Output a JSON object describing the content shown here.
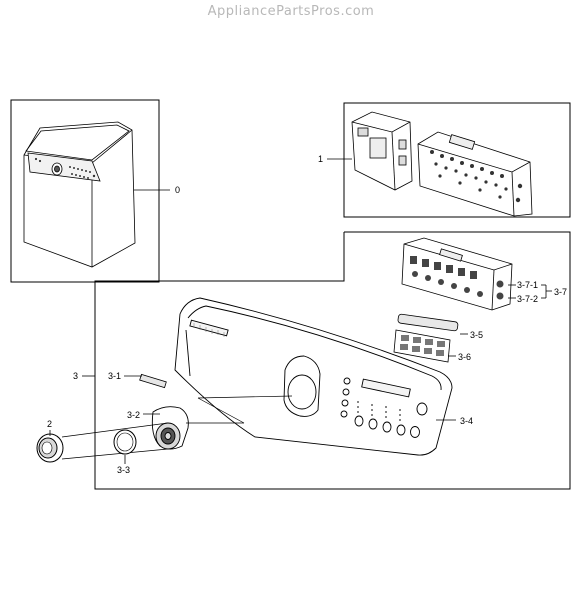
{
  "watermark": "AppliancePartsPros.com",
  "callouts": {
    "c0": "0",
    "c1": "1",
    "c2": "2",
    "c3": "3",
    "c3_1": "3-1",
    "c3_2": "3-2",
    "c3_3": "3-3",
    "c3_4": "3-4",
    "c3_5": "3-5",
    "c3_6": "3-6",
    "c3_7": "3-7",
    "c3_7_1": "3-7-1",
    "c3_7_2": "3-7-2"
  }
}
